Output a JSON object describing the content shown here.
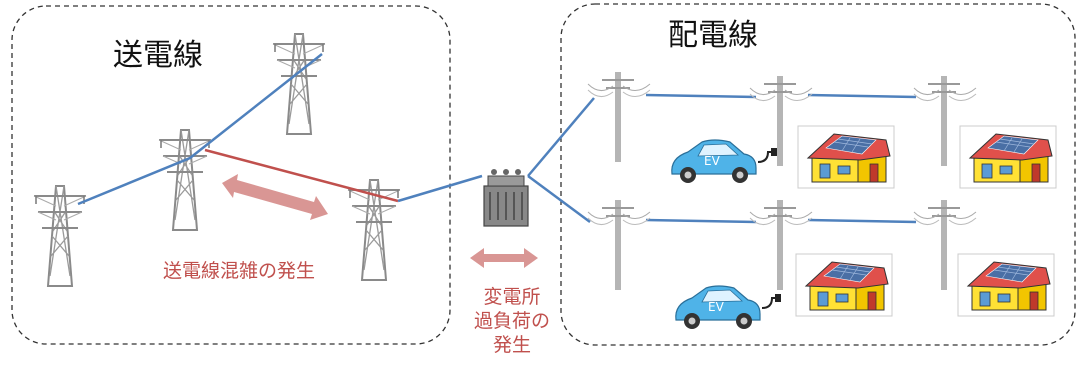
{
  "transmission": {
    "title": "送電線",
    "congestion_label": "送電線混雑の発生"
  },
  "distribution": {
    "title": "配電線",
    "ev_badge": "EV"
  },
  "substation": {
    "overload_line1": "変電所",
    "overload_line2": "過負荷の",
    "overload_line3": "発生"
  },
  "colors": {
    "line_blue": "#4f81bd",
    "line_red": "#c0504d",
    "arrow_fill": "#d99694",
    "ev_body": "#4fb3e8",
    "house_wall": "#ffe135",
    "house_roof": "#e0504b",
    "panel": "#4a6fa5"
  }
}
